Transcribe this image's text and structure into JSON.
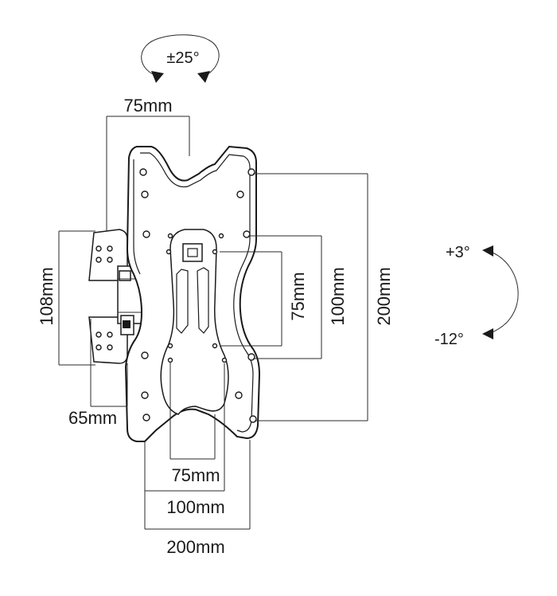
{
  "rotation": {
    "swivel": "±25°",
    "tilt_up": "+3°",
    "tilt_down": "-12°"
  },
  "dimensions": {
    "top_width": "75mm",
    "bracket_height": "108mm",
    "arm_depth": "65mm",
    "vesa_v_75": "75mm",
    "vesa_v_100": "100mm",
    "vesa_v_200": "200mm",
    "vesa_h_75": "75mm",
    "vesa_h_100": "100mm",
    "vesa_h_200": "200mm"
  }
}
